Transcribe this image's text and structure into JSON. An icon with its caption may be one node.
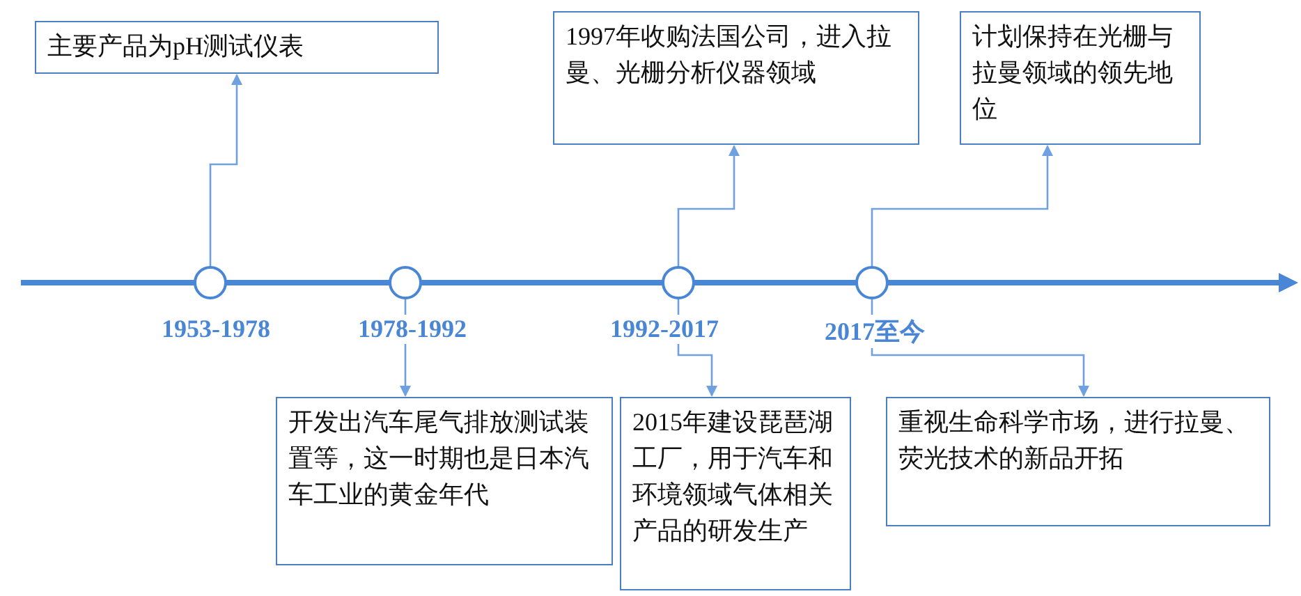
{
  "diagram": {
    "nodes": [
      {
        "text": [
          "主要产品为pH测试仪表"
        ]
      },
      {
        "text": [
          "1997年收购法国公司，进入拉曼、光栅分析仪器领域"
        ]
      },
      {
        "text": [
          "计划保持在光栅与拉曼领域的领先地位"
        ]
      },
      {
        "text": [
          "1953-1978"
        ]
      },
      {
        "text": [
          "1978-1992"
        ]
      },
      {
        "text": [
          "1992-2017"
        ]
      },
      {
        "text": [
          "2017至今"
        ]
      },
      {
        "text": [
          "开发出汽车尾气排放测试装置等，这一时期也是日本汽车工业的黄金年代"
        ]
      },
      {
        "text": [
          "2015年建设琵琶湖工厂，用于汽车和环境领域气体相关产品的研发生产"
        ]
      },
      {
        "text": [
          "重视生命科学市场，进行拉曼、荧光技术的新品开拓"
        ]
      }
    ],
    "edges": [
      {
        "from": 3,
        "to": 0,
        "arrow": "to"
      },
      {
        "from": 4,
        "to": 7,
        "arrow": "to"
      },
      {
        "from": 5,
        "to": 1,
        "arrow": "to"
      },
      {
        "from": 5,
        "to": 8,
        "arrow": "to"
      },
      {
        "from": 6,
        "to": 2,
        "arrow": "to"
      },
      {
        "from": 6,
        "to": 9,
        "arrow": "to"
      }
    ]
  }
}
